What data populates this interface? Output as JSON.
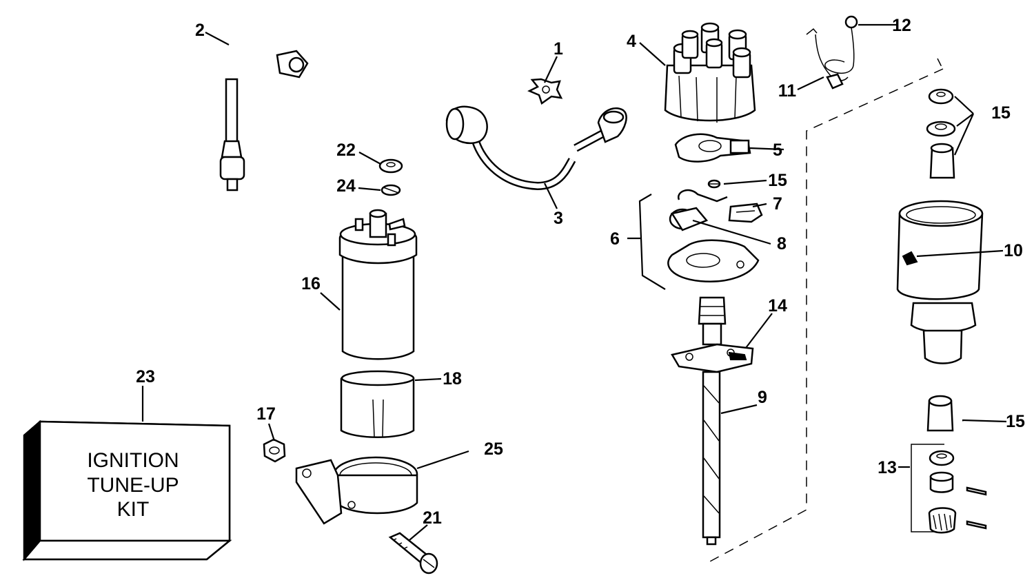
{
  "callouts": [
    {
      "id": "c1",
      "label": "1"
    },
    {
      "id": "c2",
      "label": "2"
    },
    {
      "id": "c3",
      "label": "3"
    },
    {
      "id": "c4",
      "label": "4"
    },
    {
      "id": "c5",
      "label": "5"
    },
    {
      "id": "c6",
      "label": "6"
    },
    {
      "id": "c7",
      "label": "7"
    },
    {
      "id": "c8",
      "label": "8"
    },
    {
      "id": "c9",
      "label": "9"
    },
    {
      "id": "c10",
      "label": "10"
    },
    {
      "id": "c11",
      "label": "11"
    },
    {
      "id": "c12",
      "label": "12"
    },
    {
      "id": "c13",
      "label": "13"
    },
    {
      "id": "c14",
      "label": "14"
    },
    {
      "id": "c15a",
      "label": "15"
    },
    {
      "id": "c15b",
      "label": "15"
    },
    {
      "id": "c15c",
      "label": "15"
    },
    {
      "id": "c16",
      "label": "16"
    },
    {
      "id": "c17",
      "label": "17"
    },
    {
      "id": "c18",
      "label": "18"
    },
    {
      "id": "c21",
      "label": "21"
    },
    {
      "id": "c22",
      "label": "22"
    },
    {
      "id": "c23",
      "label": "23"
    },
    {
      "id": "c24",
      "label": "24"
    },
    {
      "id": "c25",
      "label": "25"
    }
  ],
  "kit_box": {
    "line1": "IGNITION",
    "line2": "TUNE-UP",
    "line3": "KIT"
  }
}
